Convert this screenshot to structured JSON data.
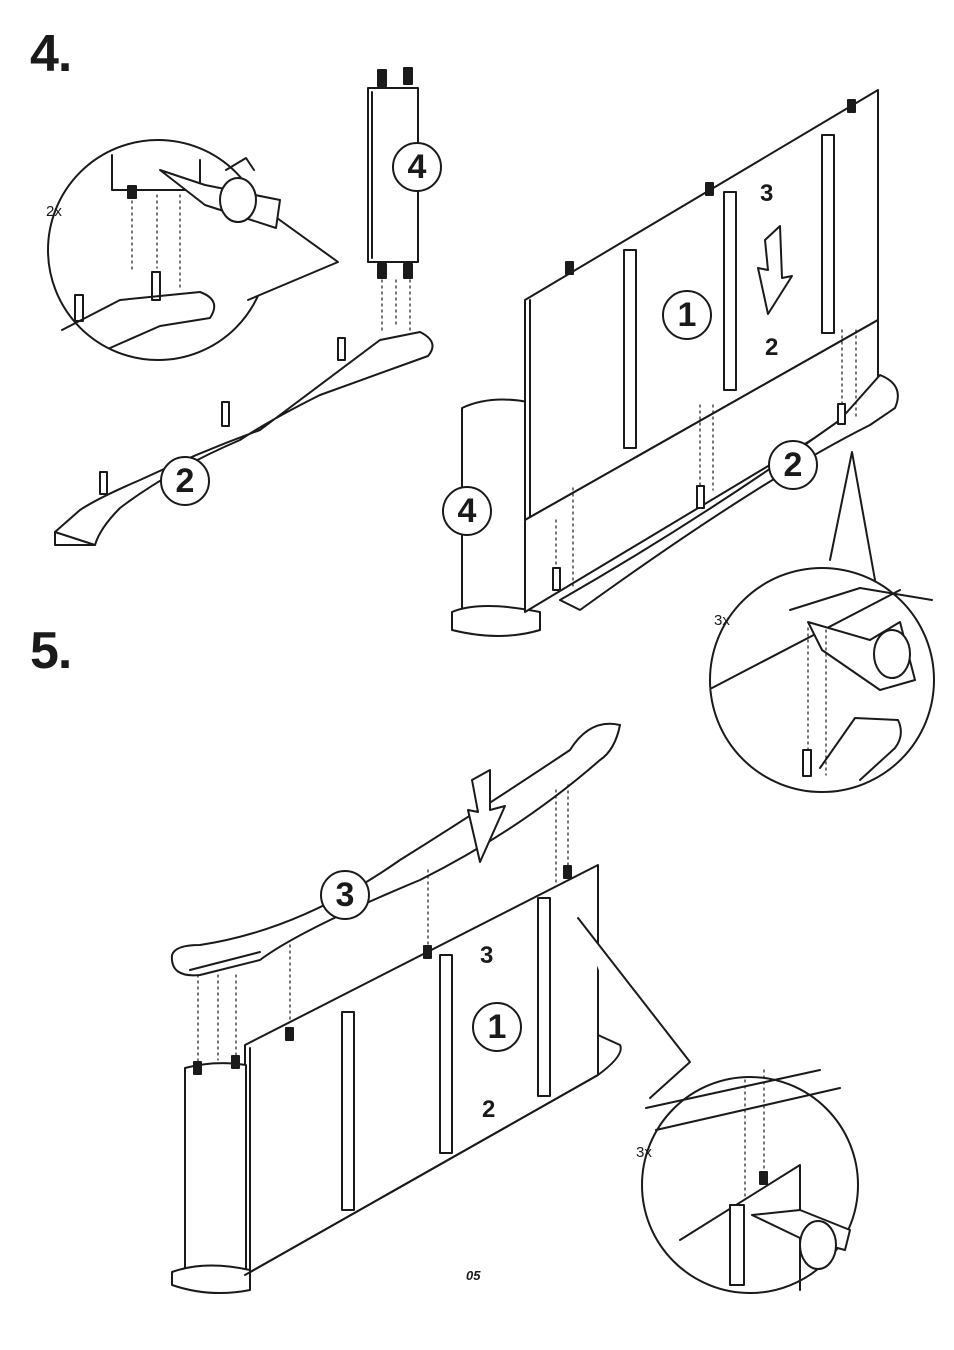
{
  "steps": [
    {
      "number": "4.",
      "detail_quantity": "2x",
      "labels": [
        "4",
        "2",
        "1",
        "4",
        "2",
        "3",
        "2"
      ],
      "inset_quantity": "3x"
    },
    {
      "number": "5.",
      "labels": [
        "3",
        "3",
        "1",
        "2"
      ],
      "inset_quantity": "3x"
    }
  ],
  "page_number": "05",
  "colors": {
    "ink": "#1a1a1a",
    "paper": "#ffffff",
    "shade": "#d9d9d9"
  }
}
